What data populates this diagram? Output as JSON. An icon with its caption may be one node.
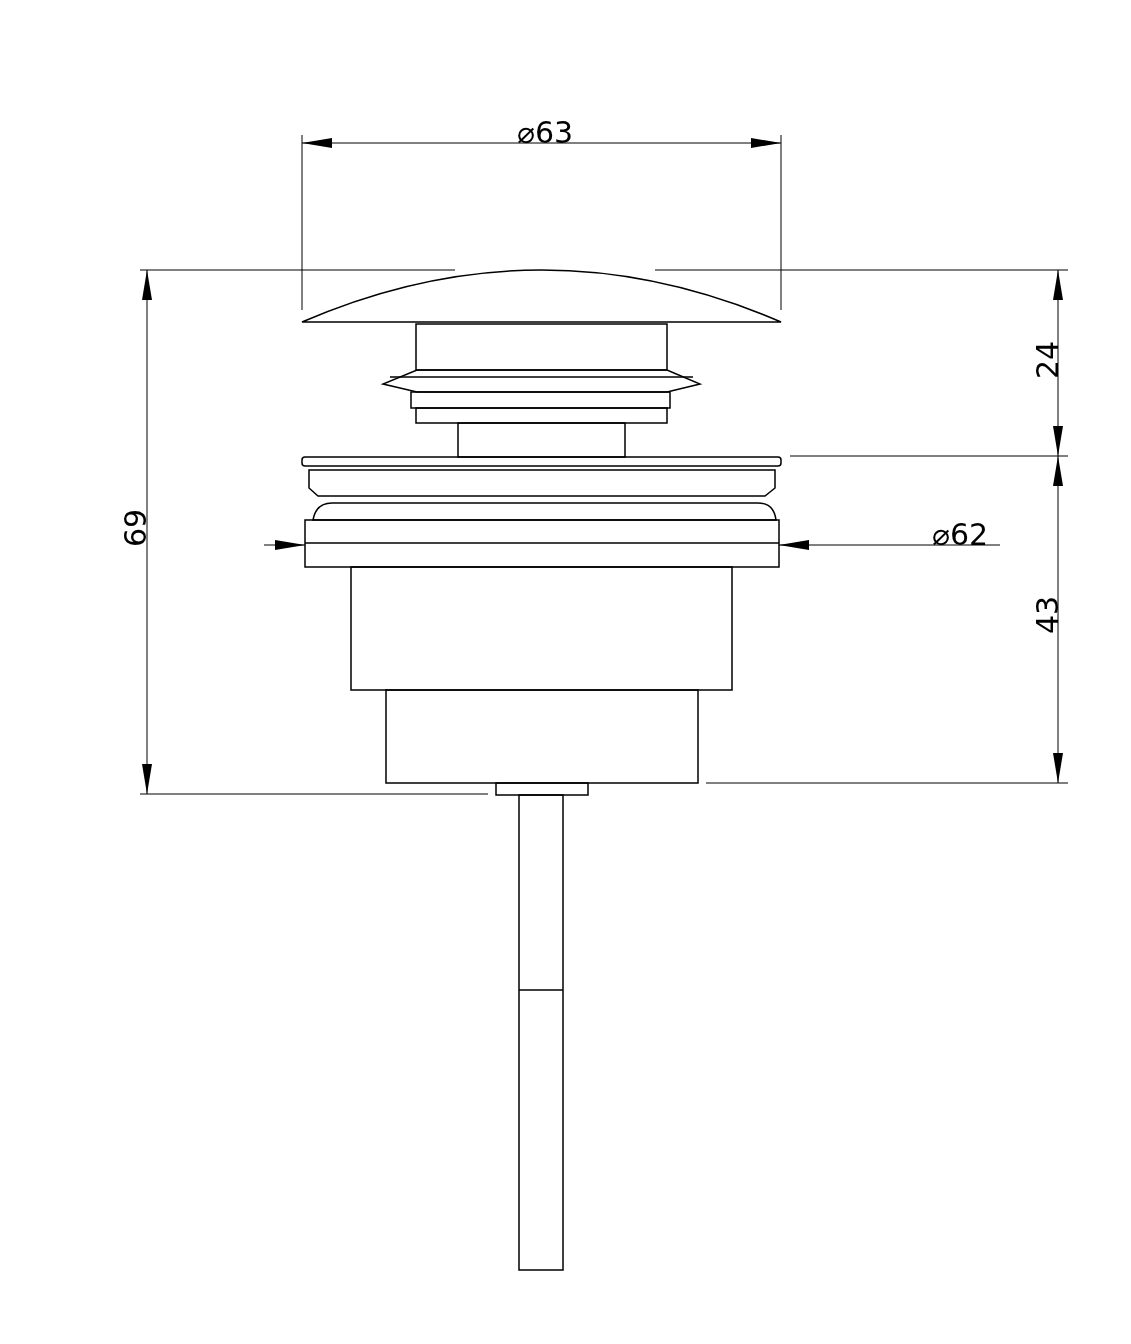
{
  "diagram": {
    "labels": [
      "⌀63",
      "24",
      "69",
      "⌀62",
      "43"
    ]
  }
}
